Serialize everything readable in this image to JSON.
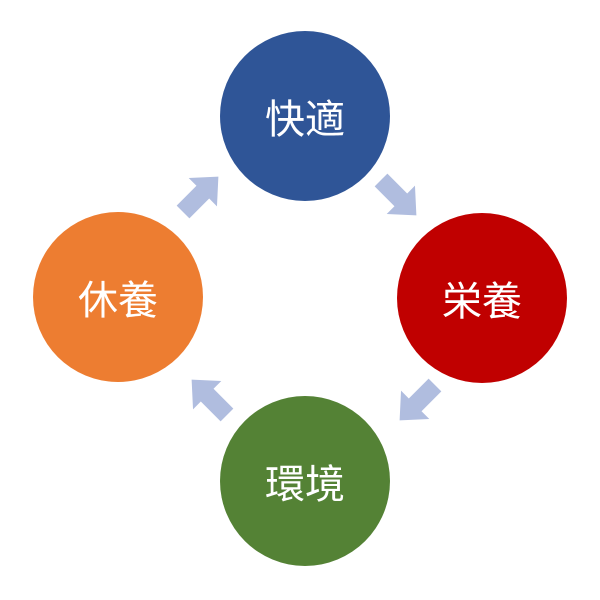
{
  "diagram": {
    "type": "cycle",
    "direction": "clockwise",
    "arrow_color": "#B0BDDF",
    "nodes": [
      {
        "id": "top",
        "label": "快適",
        "color": "#2F5597"
      },
      {
        "id": "right",
        "label": "栄養",
        "color": "#C00000"
      },
      {
        "id": "bottom",
        "label": "環境",
        "color": "#548235"
      },
      {
        "id": "left",
        "label": "休養",
        "color": "#ED7D31"
      }
    ],
    "edges": [
      {
        "from": "top",
        "to": "right"
      },
      {
        "from": "right",
        "to": "bottom"
      },
      {
        "from": "bottom",
        "to": "left"
      },
      {
        "from": "left",
        "to": "top"
      }
    ]
  }
}
